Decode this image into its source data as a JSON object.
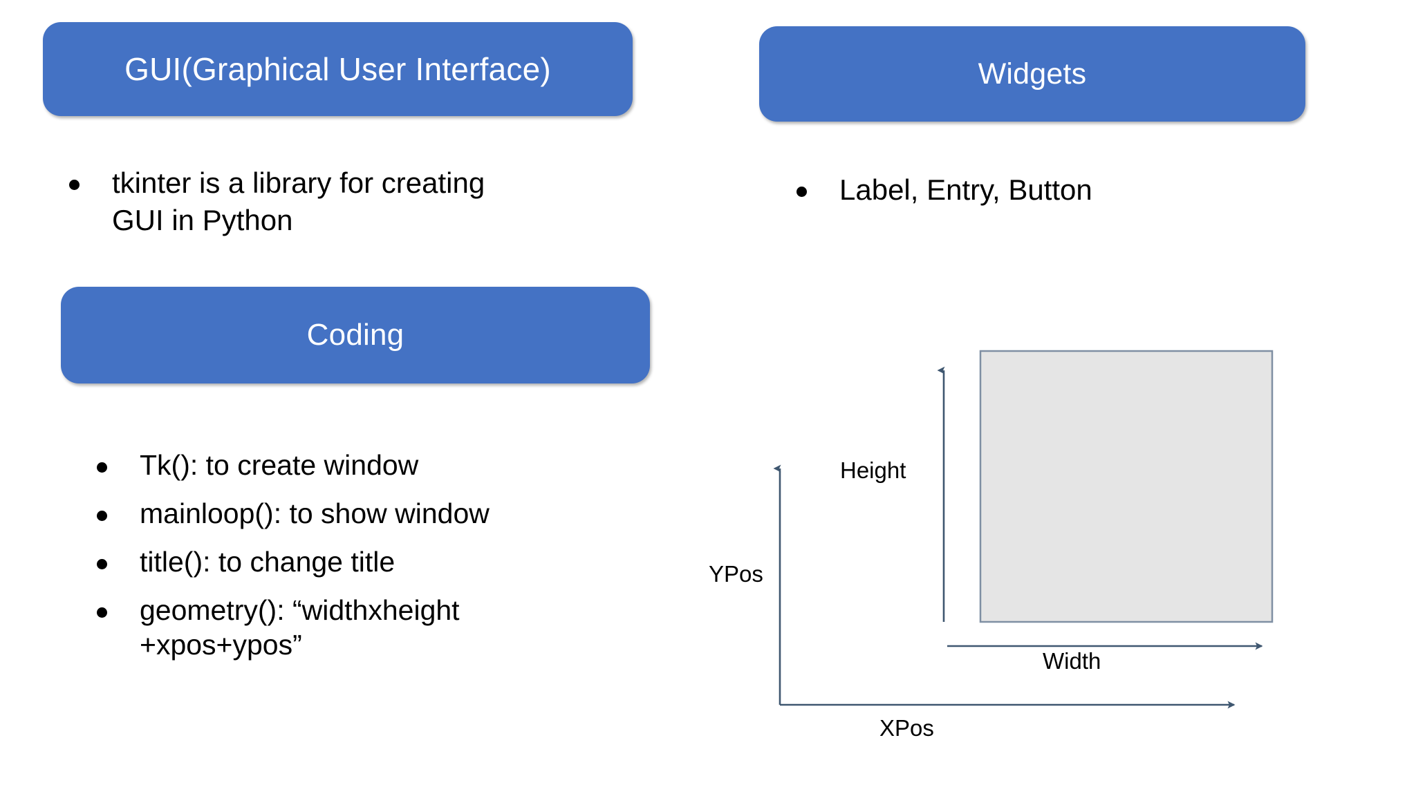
{
  "slide": {
    "background_color": "#FFFFFF",
    "accent_color": "#4472C4",
    "arrow_color": "#3F5770",
    "window_fill_color": "#E5E5E5",
    "window_border_color": "#7F8FA3"
  },
  "sections": {
    "gui": {
      "banner_label": "GUI(Graphical User Interface)",
      "bullets": [
        "tkinter is a library for creating GUI in Python"
      ]
    },
    "widgets": {
      "banner_label": "Widgets",
      "bullets": [
        "Label, Entry, Button"
      ]
    },
    "coding": {
      "banner_label": "Coding",
      "bullets": [
        "Tk(): to create window",
        "mainloop(): to show window",
        "title(): to change title",
        "geometry(): “widthxheight +xpos+ypos”"
      ]
    }
  },
  "diagram": {
    "name": "window-geometry-diagram",
    "labels": {
      "height": "Height",
      "ypos": "YPos",
      "width": "Width",
      "xpos": "XPos"
    }
  }
}
